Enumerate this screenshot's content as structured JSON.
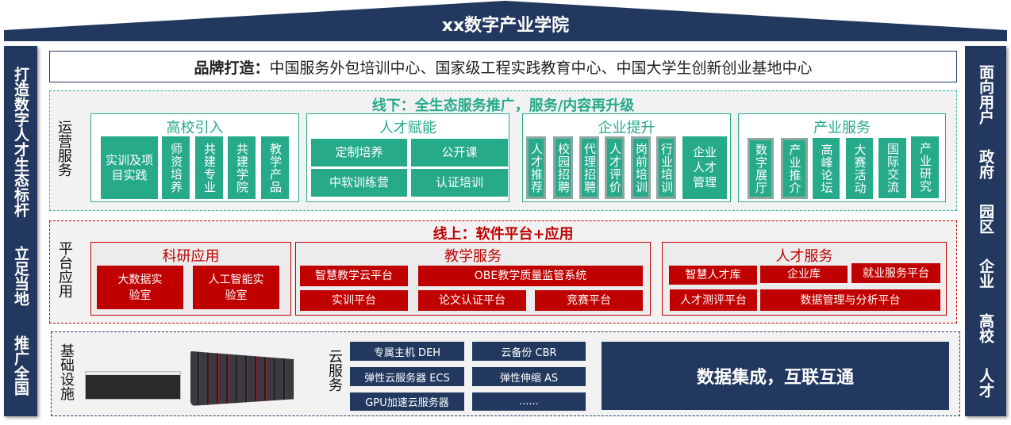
{
  "title": "xx数字产业学院",
  "left_pillar": [
    "打造数字人才生态标杆",
    "立足当地",
    "推广全国"
  ],
  "right_pillar": [
    "面向用户",
    "政府",
    "园区",
    "企业",
    "高校",
    "人才"
  ],
  "brand": {
    "label": "品牌打造：",
    "text": "中国服务外包培训中心、国家级工程实践教育中心、中国大学生创新创业基地中心"
  },
  "offline": {
    "title": "线下：全生态服务推广，服务/内容再升级",
    "side_label": "运营服务",
    "groups": [
      {
        "title": "高校引入",
        "items": [
          "实训及项目实践",
          "师资培养",
          "共建专业",
          "共建学院",
          "教学产品"
        ]
      },
      {
        "title": "人才赋能",
        "items": [
          "定制培养",
          "公开课",
          "中软训练营",
          "认证培训"
        ]
      },
      {
        "title": "企业提升",
        "items": [
          "人才推荐",
          "校园招聘",
          "代理招聘",
          "人才评价",
          "岗前培训",
          "行业培训",
          "企业人才管理"
        ]
      },
      {
        "title": "产业服务",
        "items": [
          "数字展厅",
          "产业推介",
          "高峰论坛",
          "大赛活动",
          "国际交流",
          "产业研究"
        ]
      }
    ]
  },
  "online": {
    "title": "线上：软件平台+应用",
    "side_label": "平台应用",
    "groups": [
      {
        "title": "科研应用",
        "items": [
          "大数据实验室",
          "人工智能实验室"
        ]
      },
      {
        "title": "教学服务",
        "items": [
          "智慧教学云平台",
          "OBE教学质量监管系统",
          "实训平台",
          "论文认证平台",
          "竞赛平台"
        ]
      },
      {
        "title": "人才服务",
        "items": [
          "智慧人才库",
          "企业库",
          "就业服务平台",
          "人才测评平台",
          "数据管理与分析平台"
        ]
      }
    ]
  },
  "infra": {
    "side_label": "基础设施",
    "cloud_label": "云服务",
    "cloud_items": [
      "专属主机 DEH",
      "云备份 CBR",
      "弹性云服务器 ECS",
      "弹性伸缩 AS",
      "GPU加速云服务器",
      "......"
    ],
    "banner": "数据集成，互联互通"
  },
  "colors": {
    "navy": "#22385f",
    "green": "#27aa8a",
    "red": "#c00000"
  }
}
